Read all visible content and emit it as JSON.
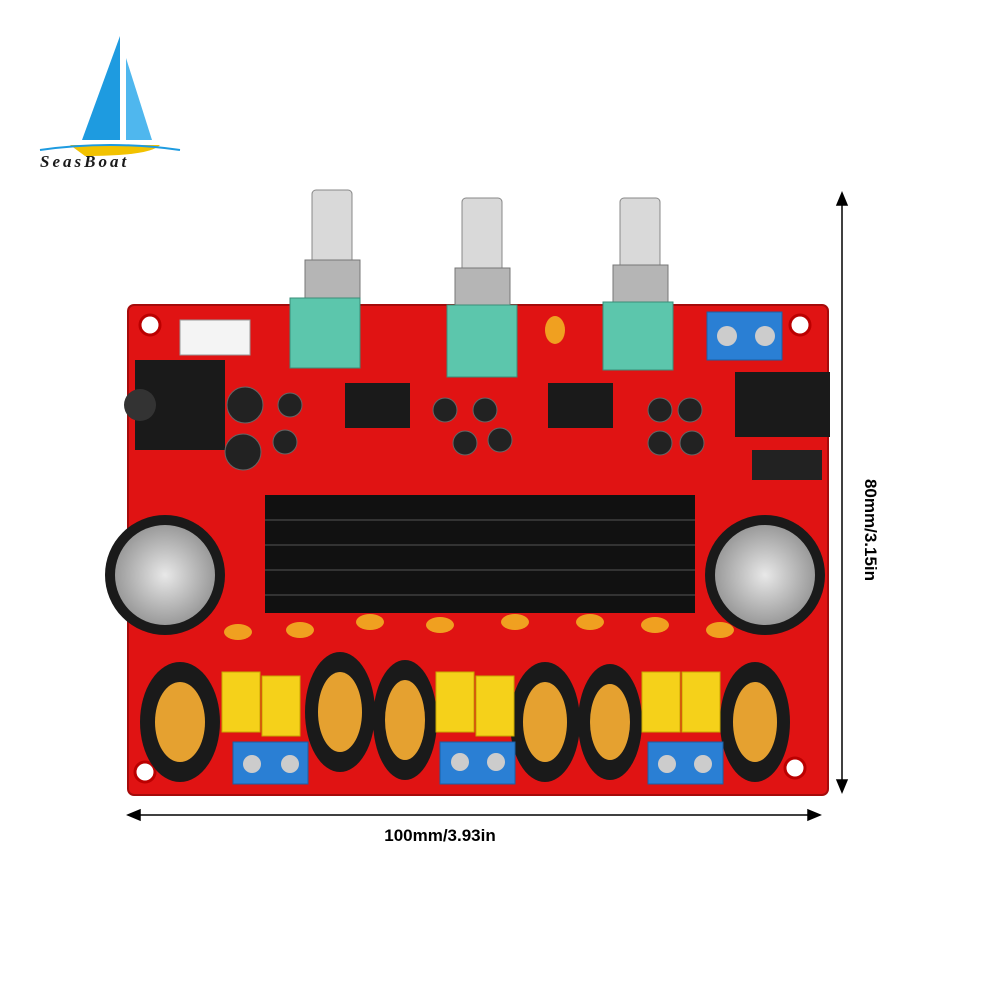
{
  "brand": {
    "logo_text": "SeasBoat",
    "colors": {
      "sail": "#1e9be0",
      "boat": "#f2c200"
    }
  },
  "product": {
    "board_color": "#e01313",
    "heatsink_color": "#111111"
  },
  "dimensions": {
    "width_label": "100mm/3.93in",
    "height_label": "80mm/3.15in"
  }
}
